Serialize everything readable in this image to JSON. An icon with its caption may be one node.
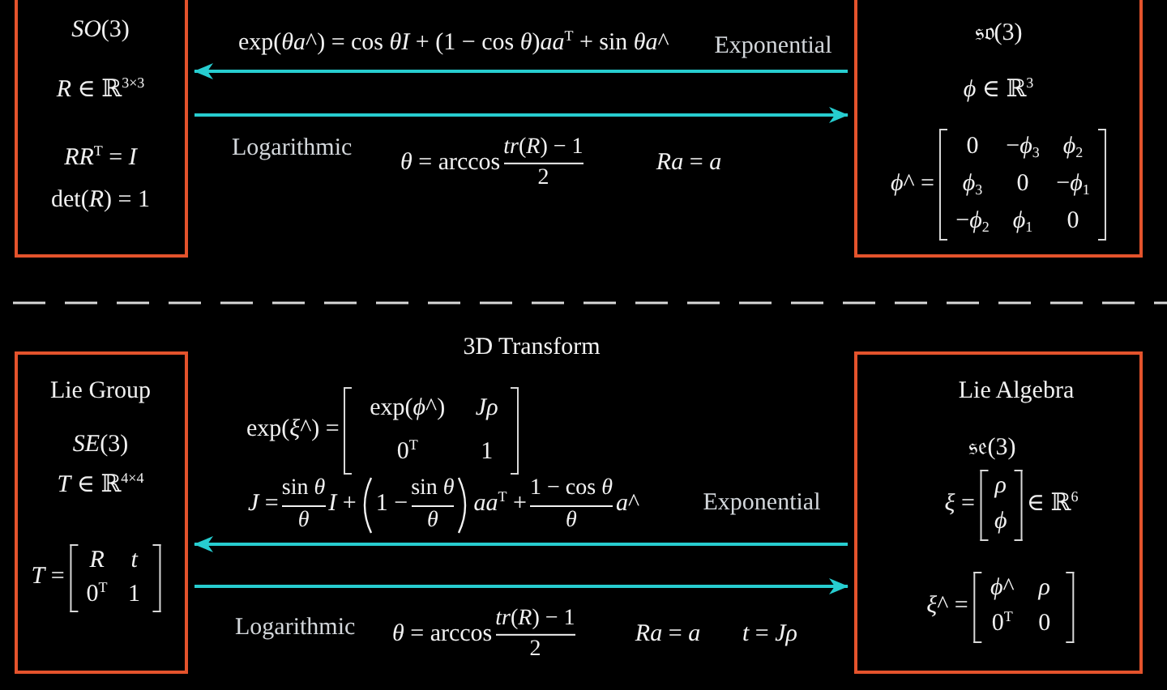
{
  "diagram": {
    "nodes": [
      {
        "text": [
          "*SO*(3)",
          "*R* ∈ ℝ$^{3×3}$",
          "*RR*$^{T}$ = *I*",
          "det(*R*) = 1"
        ]
      },
      {
        "text": [
          "𝔰𝔬(3)",
          "*ϕ* ∈ ℝ$^{3}$",
          "*ϕ*^ =",
          "0",
          "−*ϕ*$_{3}$",
          "*ϕ*$_{2}$",
          "*ϕ*$_{3}$",
          "0",
          "−*ϕ*$_{1}$",
          "−*ϕ*$_{2}$",
          "*ϕ*$_{1}$",
          "0"
        ]
      },
      {
        "text": [
          "Lie Group",
          "*SE*(3)",
          "*T* ∈ ℝ$^{4×4}$",
          "*T* =",
          "R",
          "t",
          "0$^{T}$",
          "1"
        ]
      },
      {
        "text": [
          "Lie Algebra",
          "𝔰𝔢(3)",
          "*ξ* =",
          "ρ",
          "ϕ",
          "∈ ℝ$^{6}$",
          "*ξ*^ =",
          "*ϕ*^",
          "ρ",
          "0$^{T}$",
          "0"
        ]
      }
    ],
    "edges": [
      {
        "from": 1,
        "to": 0,
        "arrow": "to",
        "label": "Exponential"
      },
      {
        "from": 0,
        "to": 1,
        "arrow": "to",
        "label": "Logarithmic"
      },
      {
        "from": 3,
        "to": 2,
        "arrow": "to",
        "label": "Exponential"
      },
      {
        "from": 2,
        "to": 3,
        "arrow": "to",
        "label": "Logarithmic"
      }
    ],
    "labels": [
      "exp(*θa*^) = cos *θI* + (1 − cos *θ*)*aa*$^{T}$ + sin *θa*^",
      "*θ* = arccos",
      "*tr*(*R*) − 1",
      "2",
      "*Ra* = *a*",
      "3D Transform",
      "exp(*ξ*^) =",
      "exp(*ϕ*^)",
      "Jρ",
      "0$^{T}$",
      "1",
      "*J* =",
      "sin *θ*",
      "θ",
      "*I* +",
      "1 −",
      "sin *θ*",
      "θ",
      "*aa*$^{T}$ +",
      "1 − cos *θ*",
      "θ",
      "*a*^",
      "*θ* = arccos",
      "*tr*(*R*) − 1",
      "2",
      "*Ra* = *a*",
      "*t* = *Jρ*"
    ]
  }
}
